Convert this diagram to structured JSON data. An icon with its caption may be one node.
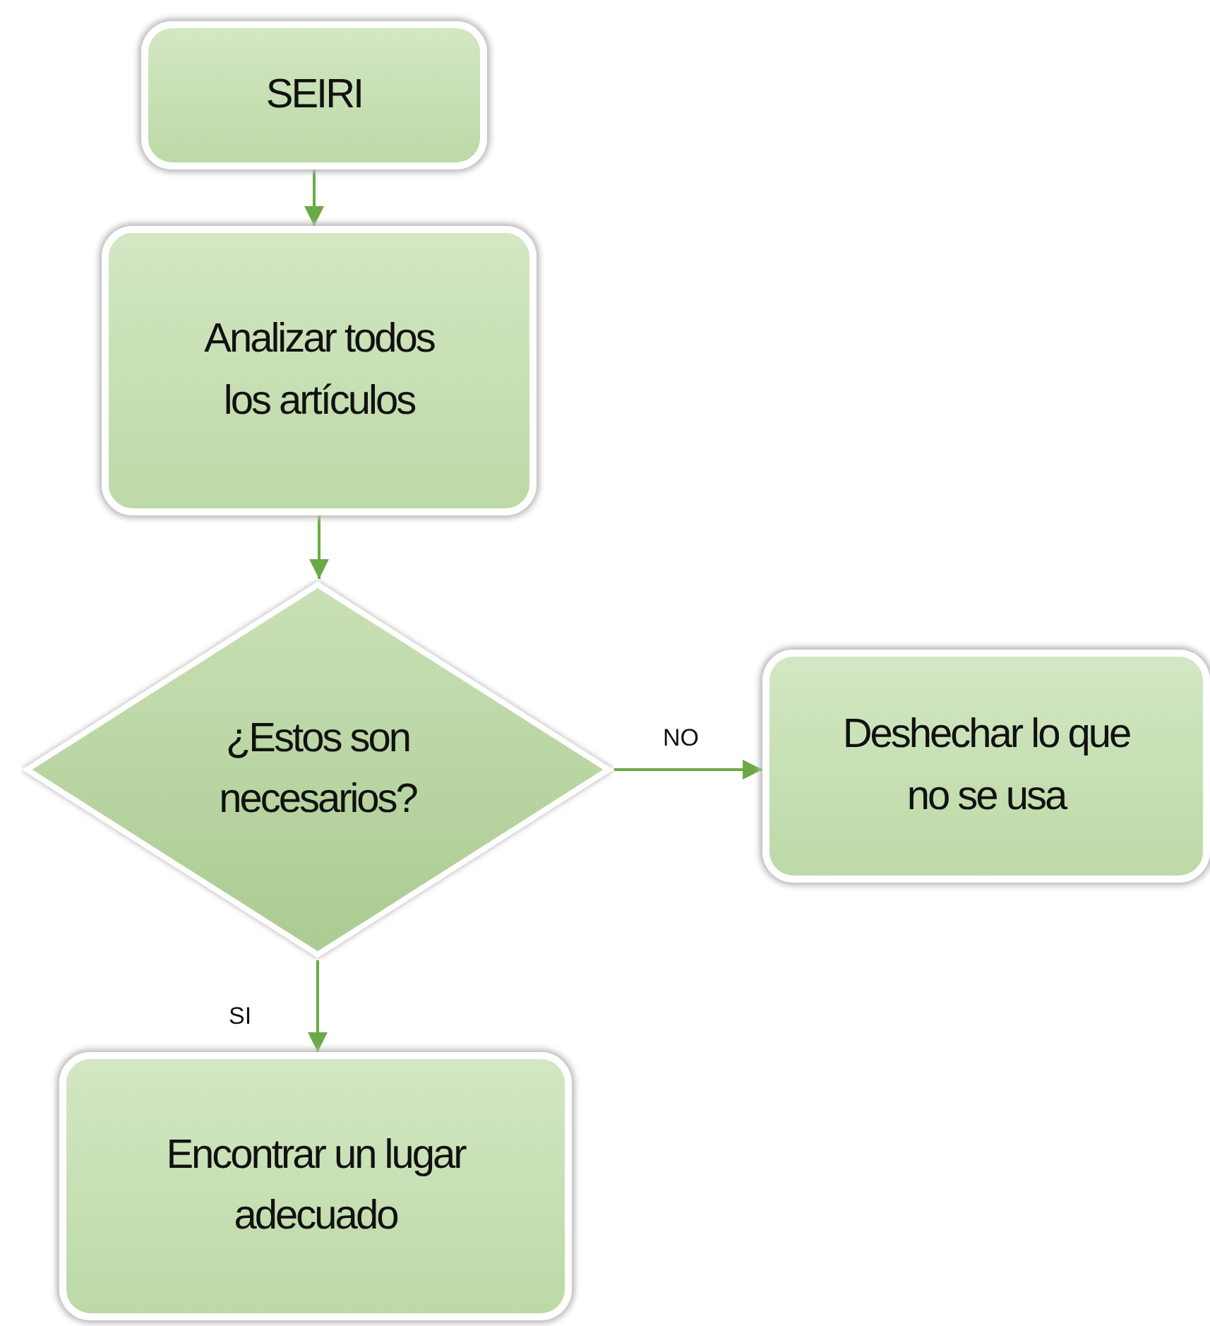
{
  "diagram": {
    "nodes": [
      {
        "text": [
          "SEIRI"
        ]
      },
      {
        "text": [
          "Analizar todos los artículos"
        ]
      },
      {
        "text": [
          "¿Estos son necesarios?"
        ]
      },
      {
        "text": [
          "Deshechar lo que no se usa"
        ]
      },
      {
        "text": [
          "Encontrar un lugar adecuado"
        ]
      }
    ],
    "edges": [
      {
        "from": 0,
        "to": 1,
        "arrow": "to"
      },
      {
        "from": 1,
        "to": 2,
        "arrow": "to"
      },
      {
        "from": 2,
        "to": 3,
        "arrow": "to",
        "label": "NO"
      },
      {
        "from": 2,
        "to": 4,
        "arrow": "to",
        "label": "SI"
      }
    ]
  }
}
